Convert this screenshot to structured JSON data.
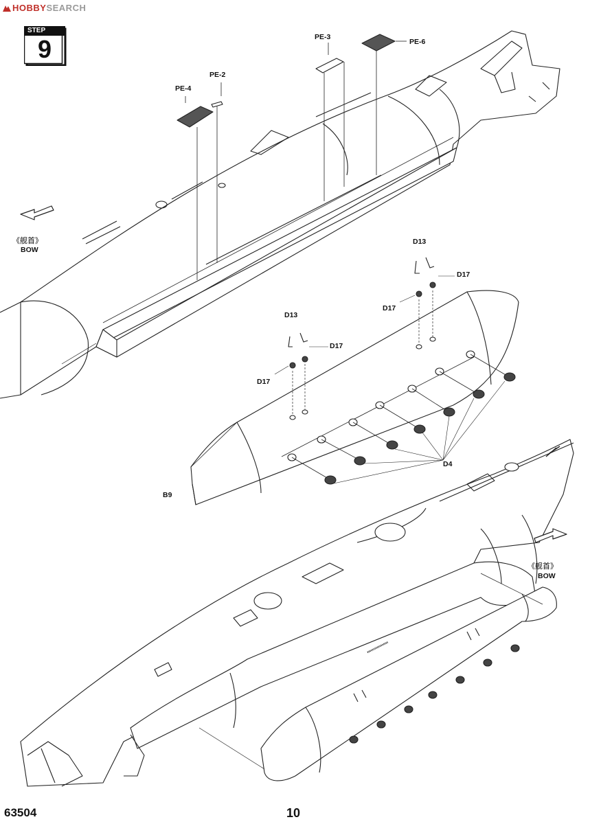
{
  "watermark": {
    "brand": "HOBBY",
    "rest": "SEARCH"
  },
  "step": {
    "label": "STEP",
    "number": "9"
  },
  "parts": {
    "pe4": "PE-4",
    "pe2": "PE-2",
    "pe3": "PE-3",
    "pe6": "PE-6",
    "d13a": "D13",
    "d17a": "D17",
    "d17b": "D17",
    "d13b": "D13",
    "d17c": "D17",
    "d17d": "D17",
    "d4": "D4",
    "b9": "B9"
  },
  "direction": {
    "top": {
      "cn": "《舰首》",
      "en": "BOW"
    },
    "bottom": {
      "cn": "《舰首》",
      "en": "BOW"
    }
  },
  "footer": {
    "code": "63504",
    "page": "10"
  }
}
